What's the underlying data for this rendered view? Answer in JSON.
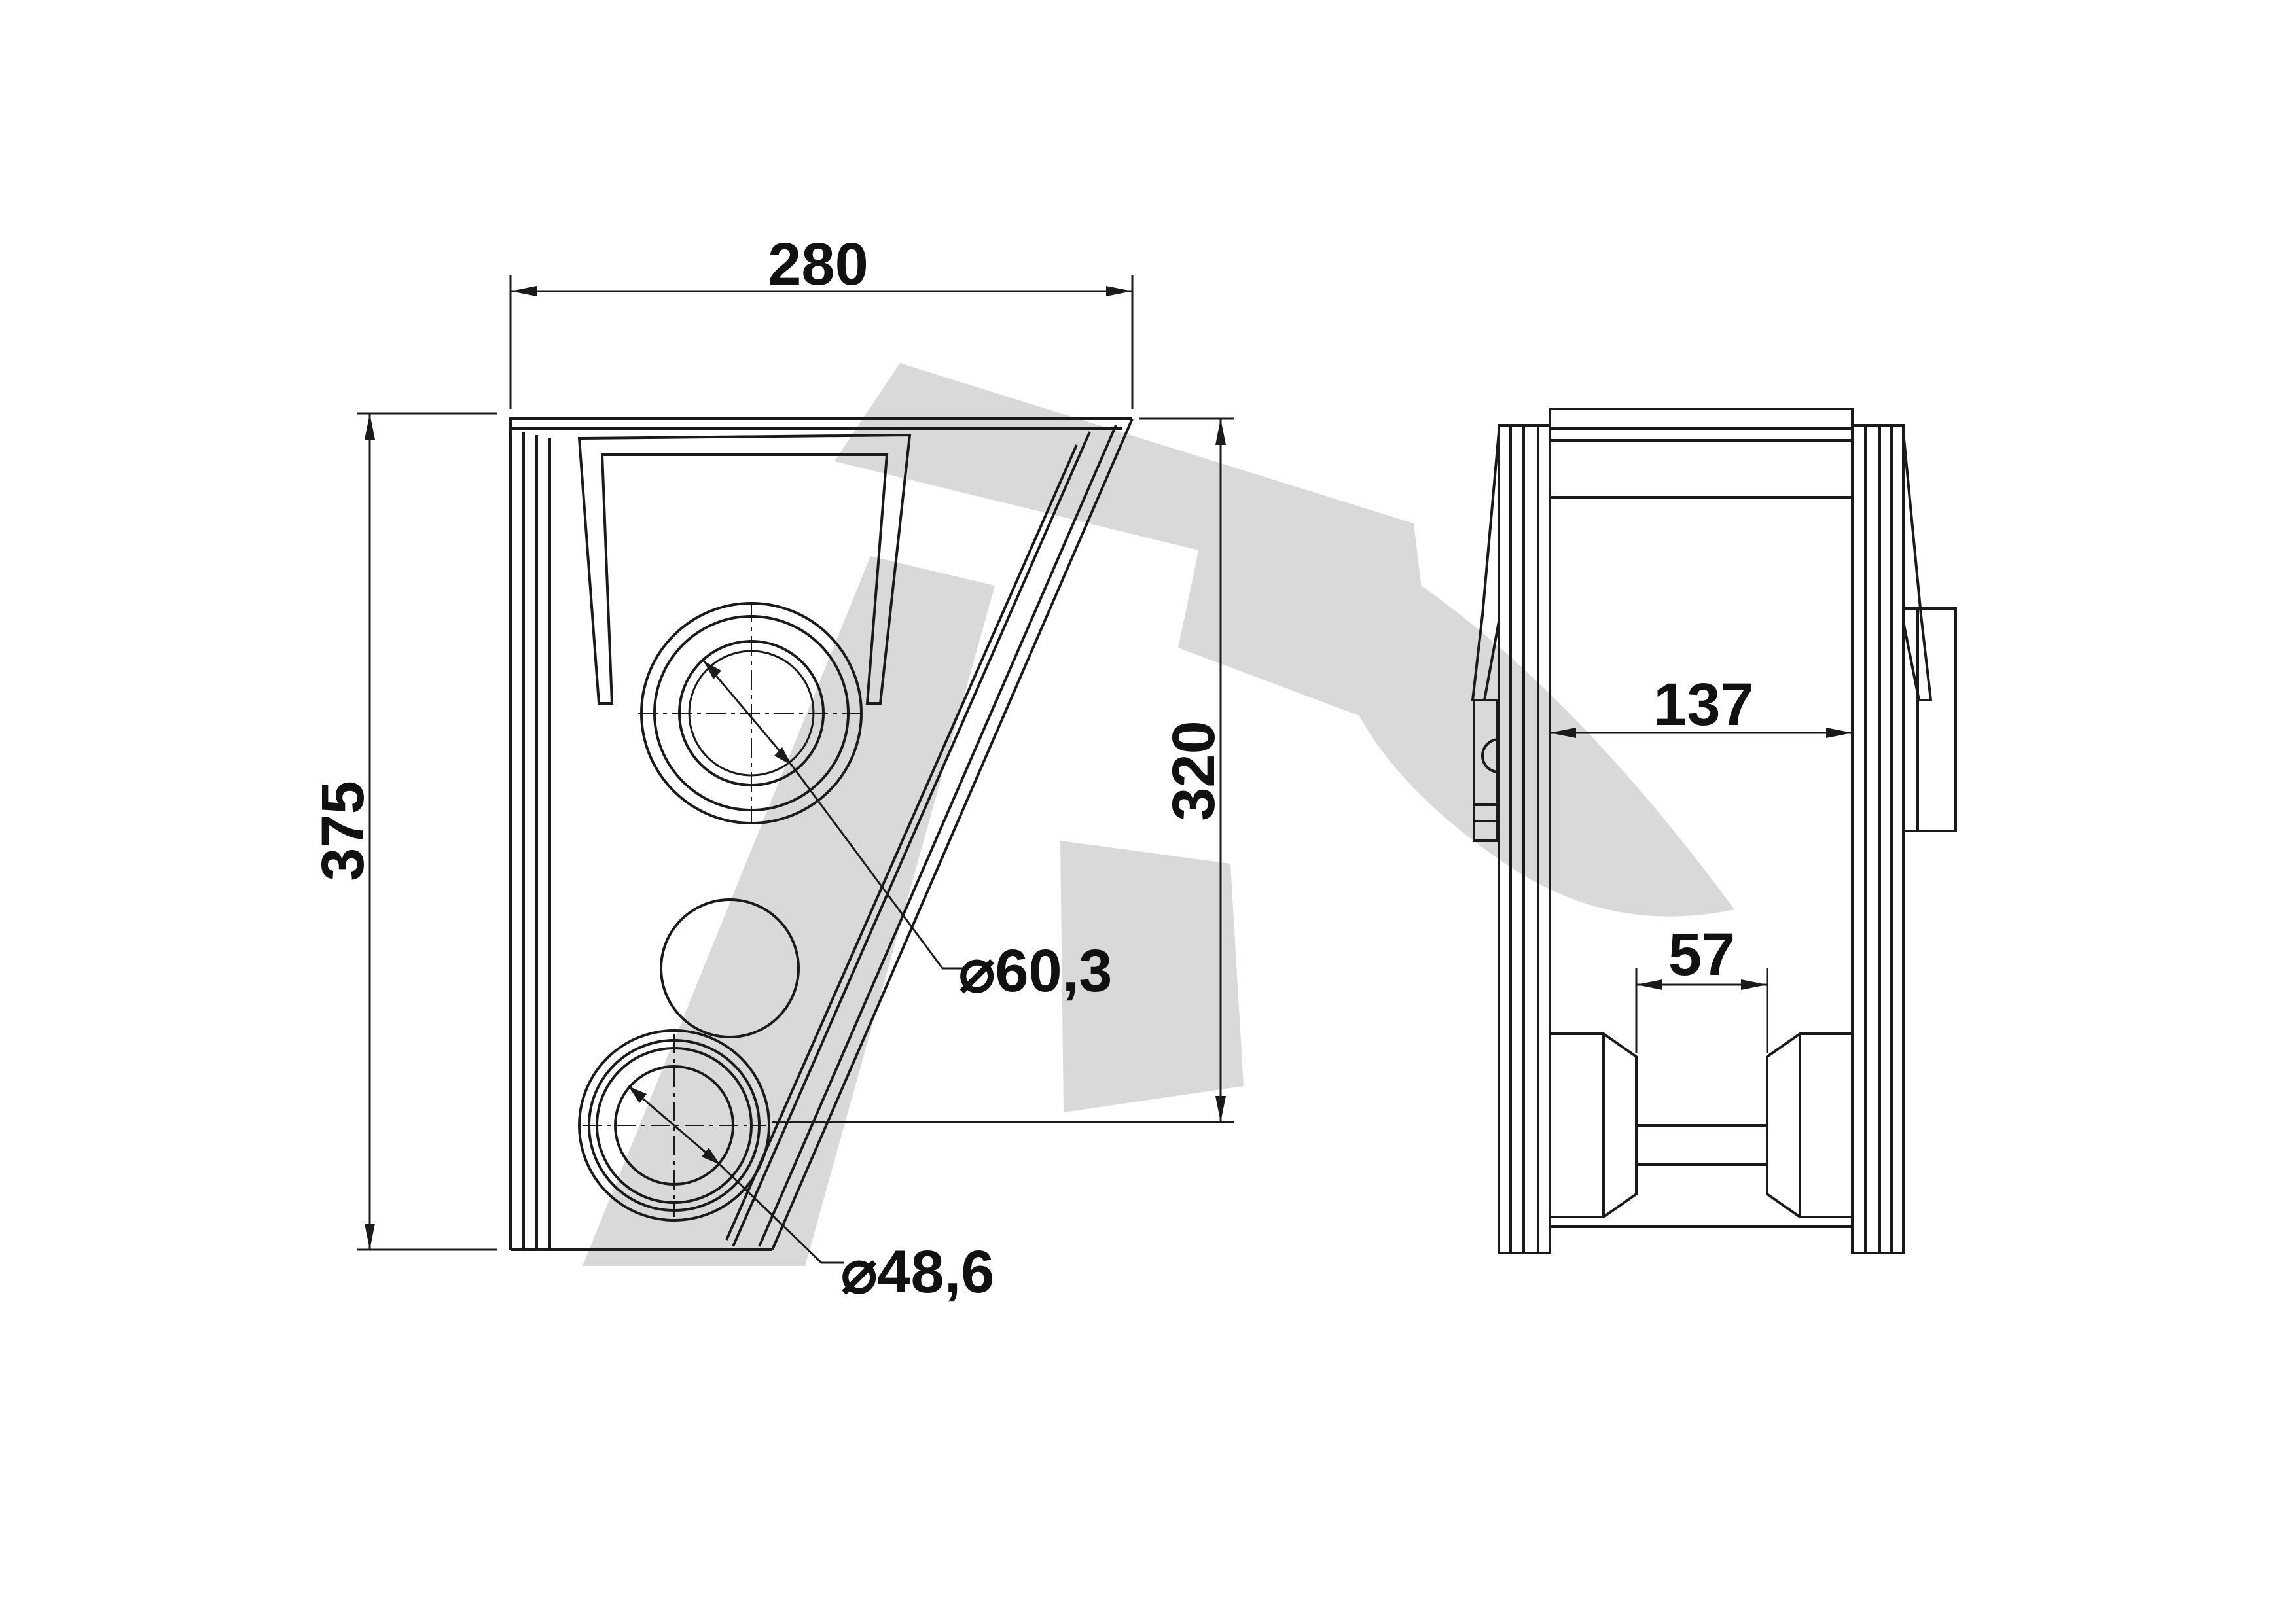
{
  "colors": {
    "line": "#1a1a1a",
    "watermark": "#d9d9d9",
    "background": "#ffffff"
  },
  "dimensions": {
    "width_top": "280",
    "height_total": "375",
    "height_right": "320",
    "diameter_upper": "⌀60,3",
    "diameter_lower": "⌀48,6",
    "inner_width": "137",
    "roller_gap": "57"
  },
  "watermark": {
    "icon": "tt-logo-watermark"
  }
}
